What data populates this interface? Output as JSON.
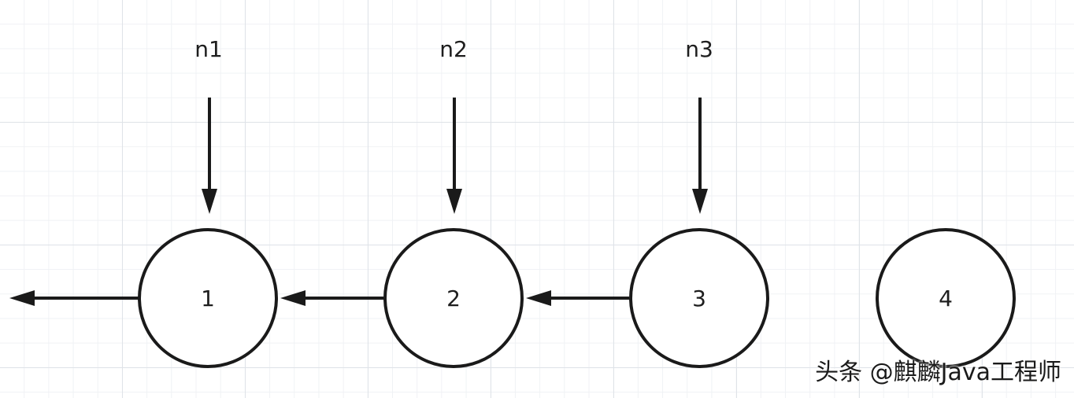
{
  "pointers": [
    "n1",
    "n2",
    "n3"
  ],
  "nodes": [
    "1",
    "2",
    "3",
    "4"
  ],
  "watermark": "头条 @麒麟Java工程师",
  "colors": {
    "stroke": "#1a1a1a",
    "grid_major": "#dfe3e8",
    "grid_minor": "#f0f2f5"
  }
}
